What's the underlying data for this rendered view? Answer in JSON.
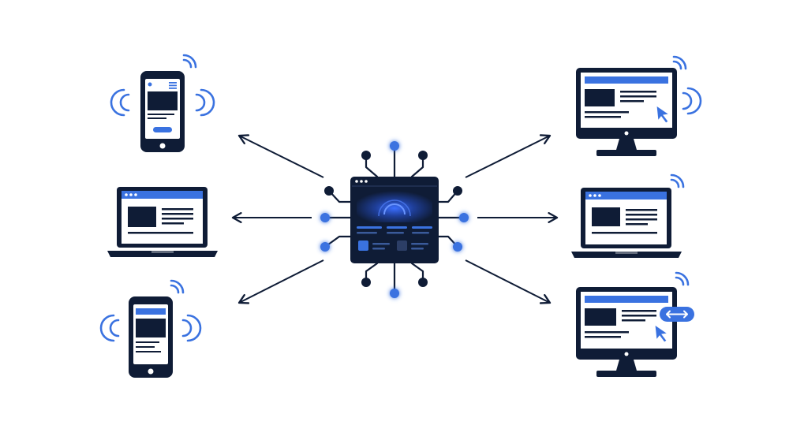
{
  "diagram": {
    "center": {
      "icon": "web-app-chip-icon"
    },
    "left_devices": [
      {
        "id": "phone-top-left",
        "icon": "smartphone-icon",
        "signal": true
      },
      {
        "id": "laptop-left",
        "icon": "laptop-icon",
        "signal": false
      },
      {
        "id": "phone-bottom-left",
        "icon": "smartphone-icon",
        "signal": true
      }
    ],
    "right_devices": [
      {
        "id": "monitor-top-right",
        "icon": "desktop-monitor-icon",
        "signal": true
      },
      {
        "id": "laptop-right",
        "icon": "laptop-icon",
        "signal": true
      },
      {
        "id": "monitor-bottom-right",
        "icon": "desktop-monitor-icon",
        "signal": true,
        "badge_icon": "resize-arrows-icon"
      }
    ],
    "colors": {
      "navy": "#0f1c36",
      "blue": "#3a72e0",
      "glow": "#3b6fff",
      "white": "#ffffff"
    }
  }
}
